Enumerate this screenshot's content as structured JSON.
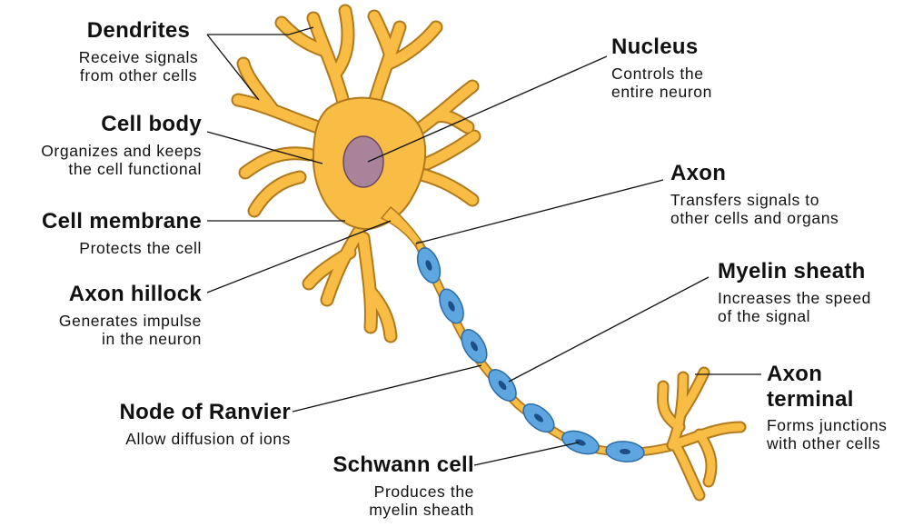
{
  "colors": {
    "neuron_fill": "#f9bc45",
    "neuron_stroke": "#b07a1c",
    "nucleus_fill": "#a9839a",
    "nucleus_stroke": "#6b4a60",
    "myelin_fill": "#5ea6e0",
    "myelin_stroke": "#2c6ca8",
    "schwann_nucleus": "#1d4f86",
    "leader_line": "#111111",
    "text": "#111111"
  },
  "labels": {
    "dendrites": {
      "title": "Dendrites",
      "desc": [
        "Receive signals",
        "from other cells"
      ]
    },
    "cell_body": {
      "title": "Cell body",
      "desc": [
        "Organizes and keeps",
        "the cell functional"
      ]
    },
    "cell_membrane": {
      "title": "Cell membrane",
      "desc": [
        "Protects the cell"
      ]
    },
    "axon_hillock": {
      "title": "Axon hillock",
      "desc": [
        "Generates impulse",
        "in the neuron"
      ]
    },
    "node_of_ranvier": {
      "title": "Node of Ranvier",
      "desc": [
        "Allow diffusion of ions"
      ]
    },
    "schwann_cell": {
      "title": "Schwann cell",
      "desc": [
        "Produces the",
        "myelin sheath"
      ]
    },
    "nucleus": {
      "title": "Nucleus",
      "desc": [
        "Controls the",
        "entire neuron"
      ]
    },
    "axon": {
      "title": "Axon",
      "desc": [
        "Transfers signals to",
        "other cells and organs"
      ]
    },
    "myelin_sheath": {
      "title": "Myelin sheath",
      "desc": [
        "Increases the speed",
        "of the signal"
      ]
    },
    "axon_terminal": {
      "title_lines": [
        "Axon",
        "terminal"
      ],
      "desc": [
        "Forms junctions",
        "with other cells"
      ]
    }
  }
}
